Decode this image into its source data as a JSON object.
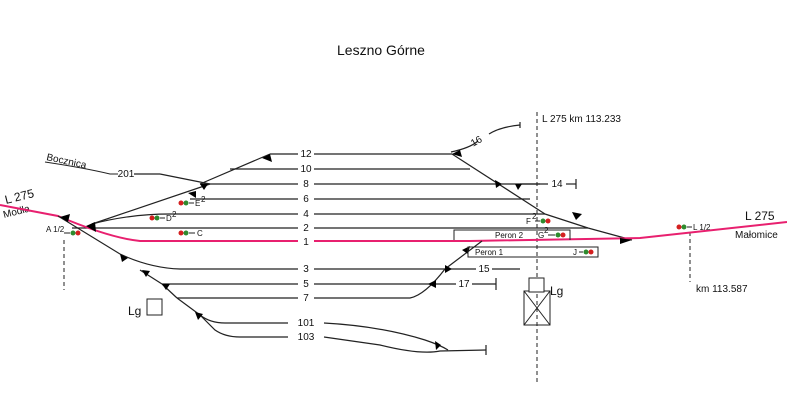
{
  "title": "Leszno Górne",
  "colors": {
    "main_line": "#e8206f",
    "track": "#222222",
    "signal_red": "#d42020",
    "signal_green": "#2e8b2e"
  },
  "main_line": {
    "left_line": "L 275",
    "left_direction": "Modła",
    "right_line": "L 275",
    "right_direction": "Małomice"
  },
  "kilometrage": {
    "top": "L 275  km  113.233",
    "right": "km  113.587"
  },
  "tracks": [
    {
      "id": "siding_201",
      "label": "201",
      "name": "Bocznica"
    },
    {
      "id": "track_16",
      "label": "16"
    },
    {
      "id": "track_12",
      "label": "12"
    },
    {
      "id": "track_10",
      "label": "10"
    },
    {
      "id": "track_8",
      "label": "8"
    },
    {
      "id": "track_6",
      "label": "6"
    },
    {
      "id": "track_4",
      "label": "4"
    },
    {
      "id": "track_2",
      "label": "2"
    },
    {
      "id": "track_1",
      "label": "1"
    },
    {
      "id": "track_3",
      "label": "3"
    },
    {
      "id": "track_5",
      "label": "5"
    },
    {
      "id": "track_7",
      "label": "7"
    },
    {
      "id": "track_101",
      "label": "101"
    },
    {
      "id": "track_103",
      "label": "103"
    },
    {
      "id": "track_14",
      "label": "14"
    },
    {
      "id": "track_15",
      "label": "15"
    },
    {
      "id": "track_17",
      "label": "17"
    }
  ],
  "signals": [
    {
      "id": "A",
      "label": "A 1/2"
    },
    {
      "id": "C",
      "label": "C"
    },
    {
      "id": "D",
      "label": "D",
      "sup": "2"
    },
    {
      "id": "E",
      "label": "E",
      "sup": "2"
    },
    {
      "id": "F",
      "label": "F",
      "sup": "2"
    },
    {
      "id": "G",
      "label": "G",
      "sup": "2"
    },
    {
      "id": "J",
      "label": "J"
    },
    {
      "id": "L",
      "label": "L 1/2"
    }
  ],
  "platforms": [
    {
      "id": "peron_2",
      "label": "Peron 2"
    },
    {
      "id": "peron_1",
      "label": "Peron 1"
    }
  ],
  "buildings": [
    {
      "id": "lg_left",
      "label": "Lg"
    },
    {
      "id": "lg_right",
      "label": "Lg"
    }
  ]
}
